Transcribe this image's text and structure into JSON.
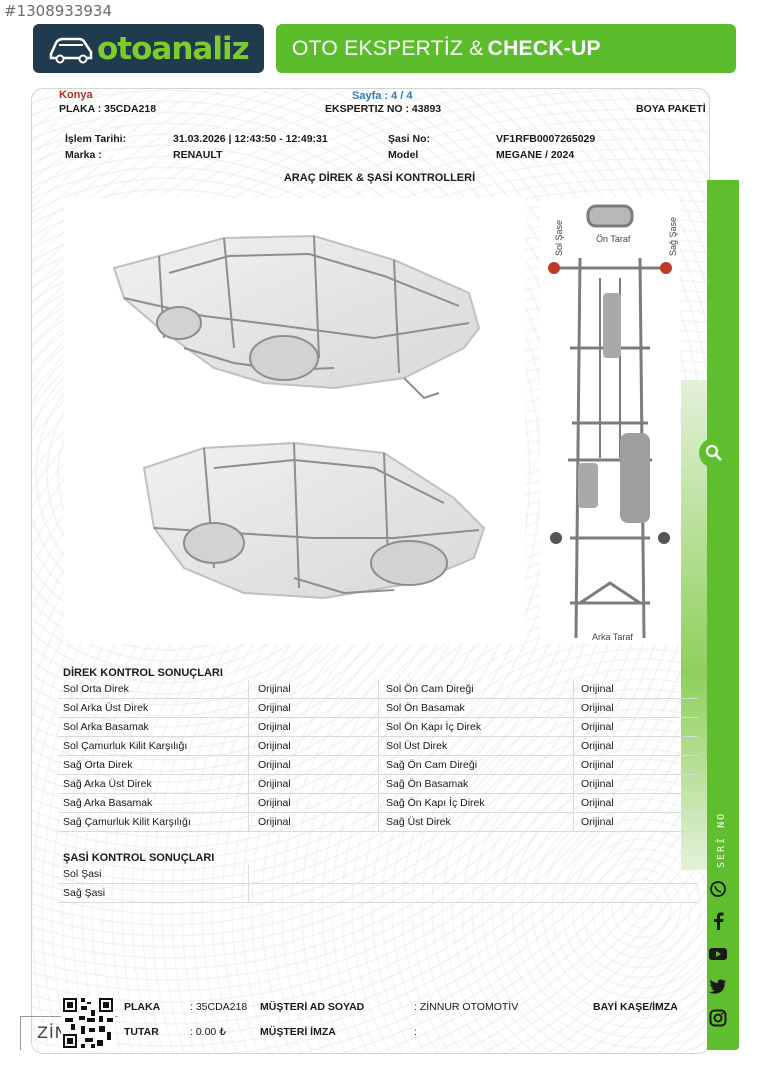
{
  "image_id_text": "#1308933934",
  "logo": {
    "text": "otoanaliz",
    "brand_color": "#7ecb2e",
    "bg": "#1f3b4d"
  },
  "header": {
    "title_regular": "OTO EKSPERTİZ &",
    "title_bold": "CHECK-UP",
    "bg": "#5cbd2c"
  },
  "meta": {
    "city": "Konya",
    "page": "Sayfa : 4 / 4",
    "plate": "PLAKA : 35CDA218",
    "expertise_no": "EKSPERTIZ NO : 43893",
    "package": "BOYA PAKETİ"
  },
  "info": {
    "date_label": "İşlem Tarihi:",
    "date_value": "31.03.2026 | 12:43:50 - 12:49:31",
    "chassis_label": "Şasi No:",
    "chassis_value": "VF1RFB0007265029",
    "brand_label": "Marka :",
    "brand_value": "RENAULT",
    "model_label": "Model",
    "model_value": "MEGANE / 2024"
  },
  "section_title": "ARAÇ DİREK & ŞASİ KONTROLLERİ",
  "chassis_labels": {
    "left": "Sol Şase",
    "front": "Ön Taraf",
    "right": "Sağ Şase",
    "rear": "Arka Taraf"
  },
  "pillar_results": {
    "title": "DİREK KONTROL SONUÇLARI",
    "rows": [
      {
        "a_name": "Sol Orta Direk",
        "a_val": "Orijinal",
        "b_name": "Sol Ön Cam Direği",
        "b_val": "Orijinal"
      },
      {
        "a_name": "Sol Arka Üst Direk",
        "a_val": "Orijinal",
        "b_name": "Sol Ön Basamak",
        "b_val": "Orijinal"
      },
      {
        "a_name": "Sol Arka Basamak",
        "a_val": "Orijinal",
        "b_name": "Sol Ön Kapı İç Direk",
        "b_val": "Orijinal"
      },
      {
        "a_name": "Sol Çamurluk Kilit Karşılığı",
        "a_val": "Orijinal",
        "b_name": "Sol Üst Direk",
        "b_val": "Orijinal"
      },
      {
        "a_name": "Sağ Orta Direk",
        "a_val": "Orijinal",
        "b_name": "Sağ Ön Cam Direği",
        "b_val": "Orijinal"
      },
      {
        "a_name": "Sağ Arka Üst Direk",
        "a_val": "Orijinal",
        "b_name": "Sağ Ön Basamak",
        "b_val": "Orijinal"
      },
      {
        "a_name": "Sağ Arka Basamak",
        "a_val": "Orijinal",
        "b_name": "Sağ Ön Kapı İç Direk",
        "b_val": "Orijinal"
      },
      {
        "a_name": "Sağ Çamurluk Kilit Karşılığı",
        "a_val": "Orijinal",
        "b_name": "Sağ Üst Direk",
        "b_val": "Orijinal"
      }
    ]
  },
  "chassis_results": {
    "title": "ŞASİ KONTROL SONUÇLARI",
    "rows": [
      {
        "name": "Sol Şasi"
      },
      {
        "name": "Sağ Şasi"
      }
    ]
  },
  "side": {
    "serial_label": "SERİ NO",
    "accent": "#5fbe2e"
  },
  "footer": {
    "plate_label": "PLAKA",
    "plate_value": ": 35CDA218",
    "amount_label": "TUTAR",
    "amount_value": ": 0.00 ₺",
    "customer_label": "MÜŞTERİ AD SOYAD",
    "customer_value": ": ZİNNUR OTOMOTİV",
    "signature_label": "MÜŞTERİ İMZA",
    "signature_value": ":",
    "dealer_label": "BAYİ KAŞE/İMZA",
    "stamp_text": "ZİNNUR"
  }
}
